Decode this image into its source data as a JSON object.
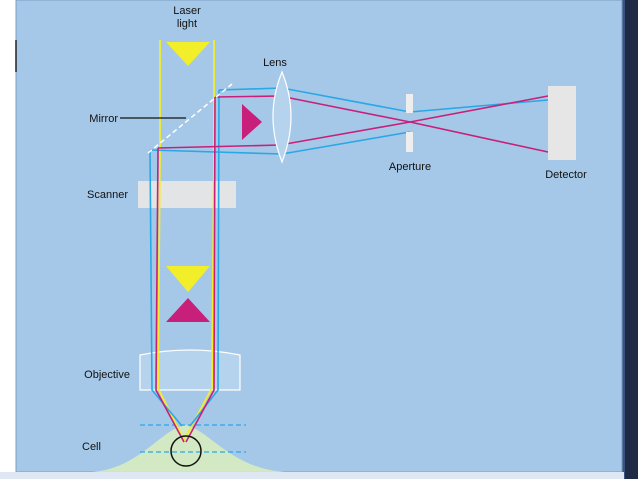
{
  "diagram": {
    "labels": {
      "laser_line1": "Laser",
      "laser_line2": "light",
      "lens": "Lens",
      "mirror": "Mirror",
      "scanner": "Scanner",
      "aperture": "Aperture",
      "detector": "Detector",
      "objective": "Objective",
      "cell": "Cell"
    },
    "colors": {
      "panel_background": "#a5c8e8",
      "page_edge": "#1f2a44",
      "laser_beam": "#f2ee2a",
      "emission_beam": "#c8207a",
      "reflected_beam": "#2aa8e6",
      "optic_gray": "#e6e6e6",
      "cell_glow": "#d7ecc0"
    }
  }
}
